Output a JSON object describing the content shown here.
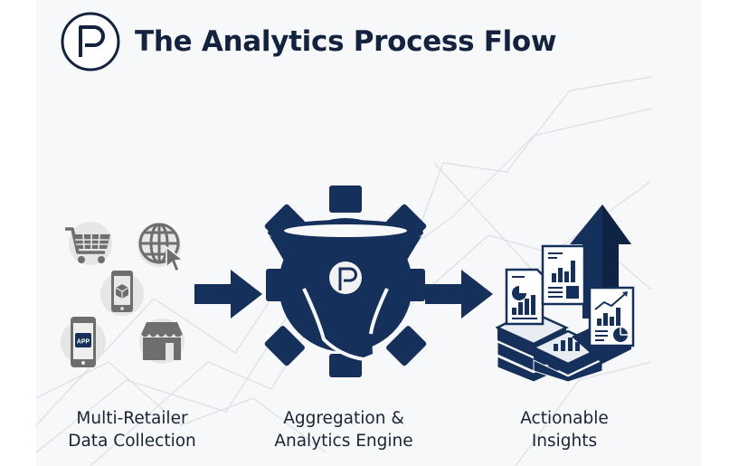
{
  "header": {
    "logo_icon": "p-logo-icon",
    "title": "The Analytics Process Flow"
  },
  "colors": {
    "navy": "#15305a",
    "title_text": "#13233f",
    "icon_gray": "#6e6e6e",
    "icon_circle": "#e6e6e6",
    "background": "#f7f8fa"
  },
  "stages": [
    {
      "id": "data-collection",
      "line1": "Multi-Retailer",
      "line2": "Data Collection",
      "icons": [
        "shopping-cart-icon",
        "globe-cursor-icon",
        "mobile-product-icon",
        "mobile-app-icon",
        "storefront-icon"
      ],
      "app_badge": "APP"
    },
    {
      "id": "analytics-engine",
      "line1": "Aggregation &",
      "line2": "Analytics Engine",
      "icons": [
        "gear-funnel-icon"
      ]
    },
    {
      "id": "insights",
      "line1": "Actionable",
      "line2": "Insights",
      "icons": [
        "reports-servers-growth-icon"
      ]
    }
  ],
  "arrows": [
    "flow-arrow-icon",
    "flow-arrow-icon"
  ]
}
